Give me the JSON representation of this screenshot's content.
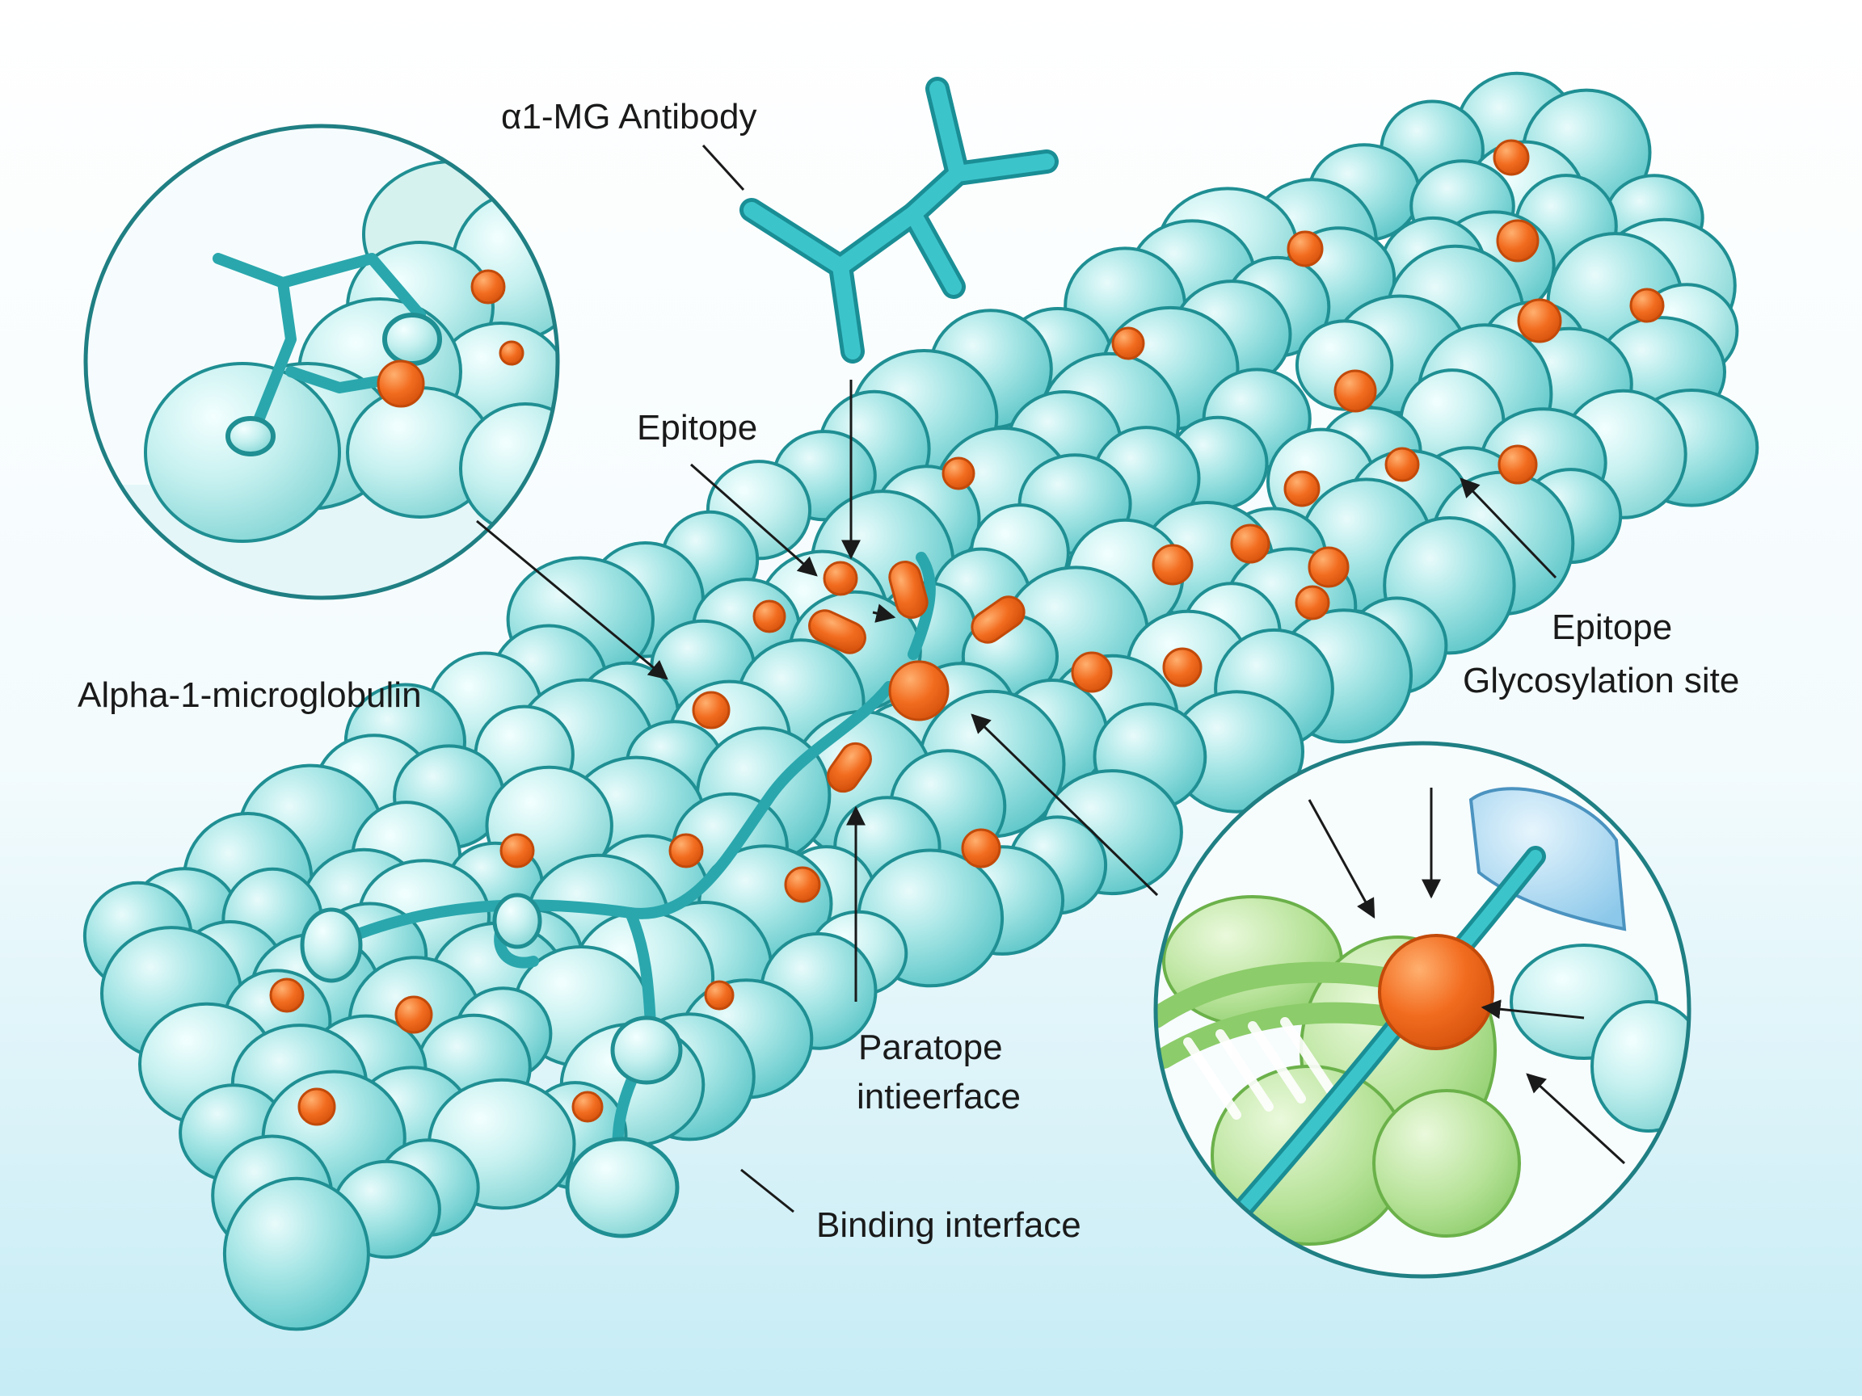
{
  "labels": {
    "antibody": "α1-MG Antibody",
    "epitope_top": "Epitope",
    "alpha1": "Alpha-1-microglobulin",
    "epitope_right": "Epitope",
    "glycosylation": "Glycosylation site",
    "paratope_line1": "Paratope",
    "paratope_line2": "intieerface",
    "binding": "Binding interface"
  },
  "colors": {
    "protein_fill": "#a8e6e6",
    "protein_stroke": "#1f8f93",
    "antibody": "#2bb3bb",
    "epitope_dot": "#f26c1f",
    "epitope_stroke": "#c24a0a",
    "inset_green": "#b8e39a",
    "inset_blue": "#a9d7f0",
    "background_top": "#ffffff",
    "background_bottom": "#c6ecf5"
  }
}
